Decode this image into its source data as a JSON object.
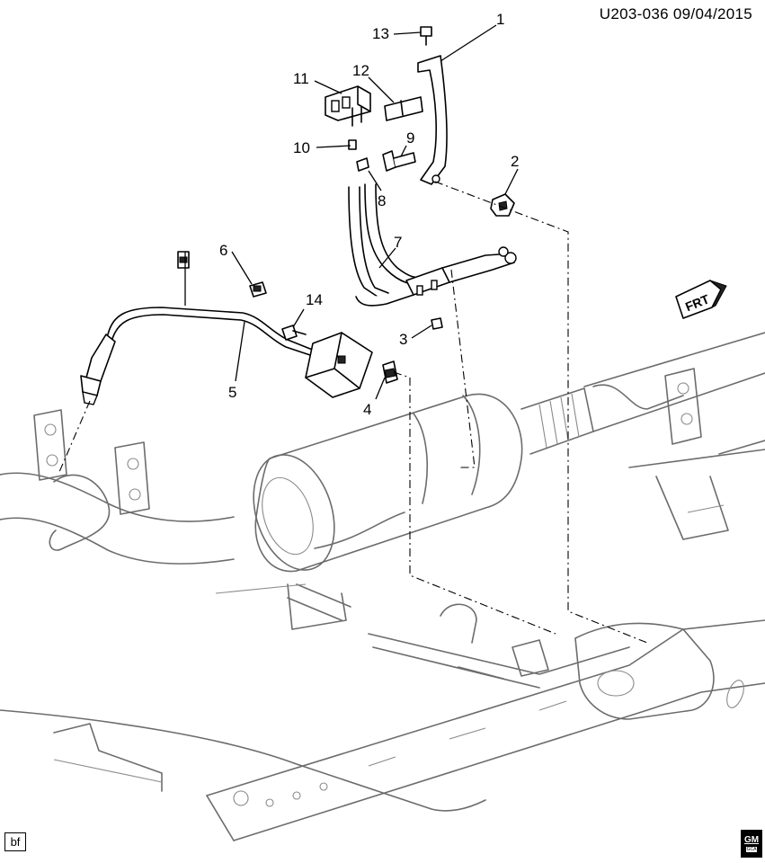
{
  "header": {
    "code": "U203-036",
    "date": "09/04/2015"
  },
  "callouts": [
    {
      "id": "1",
      "label": "1"
    },
    {
      "id": "2",
      "label": "2"
    },
    {
      "id": "3",
      "label": "3"
    },
    {
      "id": "4",
      "label": "4"
    },
    {
      "id": "5",
      "label": "5"
    },
    {
      "id": "6",
      "label": "6"
    },
    {
      "id": "7",
      "label": "7"
    },
    {
      "id": "8",
      "label": "8"
    },
    {
      "id": "9",
      "label": "9"
    },
    {
      "id": "10",
      "label": "10"
    },
    {
      "id": "11",
      "label": "11"
    },
    {
      "id": "12",
      "label": "12"
    },
    {
      "id": "13",
      "label": "13"
    },
    {
      "id": "14",
      "label": "14"
    }
  ],
  "direction_indicator": {
    "label": "FRT",
    "icon": "front-arrow-icon"
  },
  "footer": {
    "tag": "bf",
    "logo": {
      "text": "GM",
      "subtext": "GCA",
      "icon": "gm-logo-icon"
    }
  },
  "colors": {
    "line": "#000000",
    "ghost_line": "#6c6c6c",
    "background": "#ffffff"
  }
}
